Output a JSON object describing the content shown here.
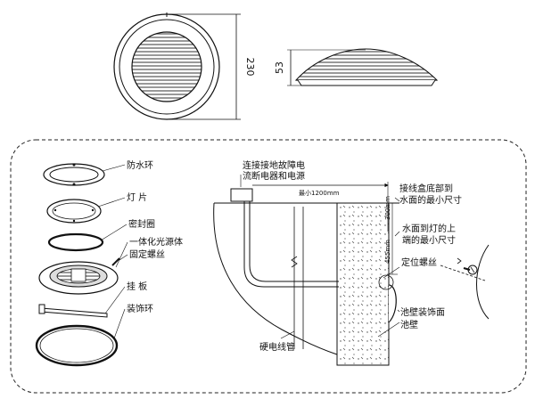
{
  "top_dimensions": {
    "diameter": "230",
    "height": "53"
  },
  "parts": [
    "防水环",
    "灯 片",
    "密封圈",
    "一体化光源体",
    "固定螺丝",
    "挂 板",
    "装饰环"
  ],
  "install": {
    "power_note_line1": "连接接地故障电",
    "power_note_line2": "流断电器和电源",
    "min_length": "最小1200mm",
    "box_note_line1": "接线盒底部到",
    "box_note_line2": "水面的最小尺寸",
    "box_dim": "300mm",
    "water_note_line1": "水面到灯的上",
    "water_note_line2": "端的最小尺寸",
    "water_dim": "455mm",
    "screw": "定位螺丝",
    "wall_decor": "池壁装饰面",
    "wall": "池壁",
    "conduit": "硬电线管"
  }
}
